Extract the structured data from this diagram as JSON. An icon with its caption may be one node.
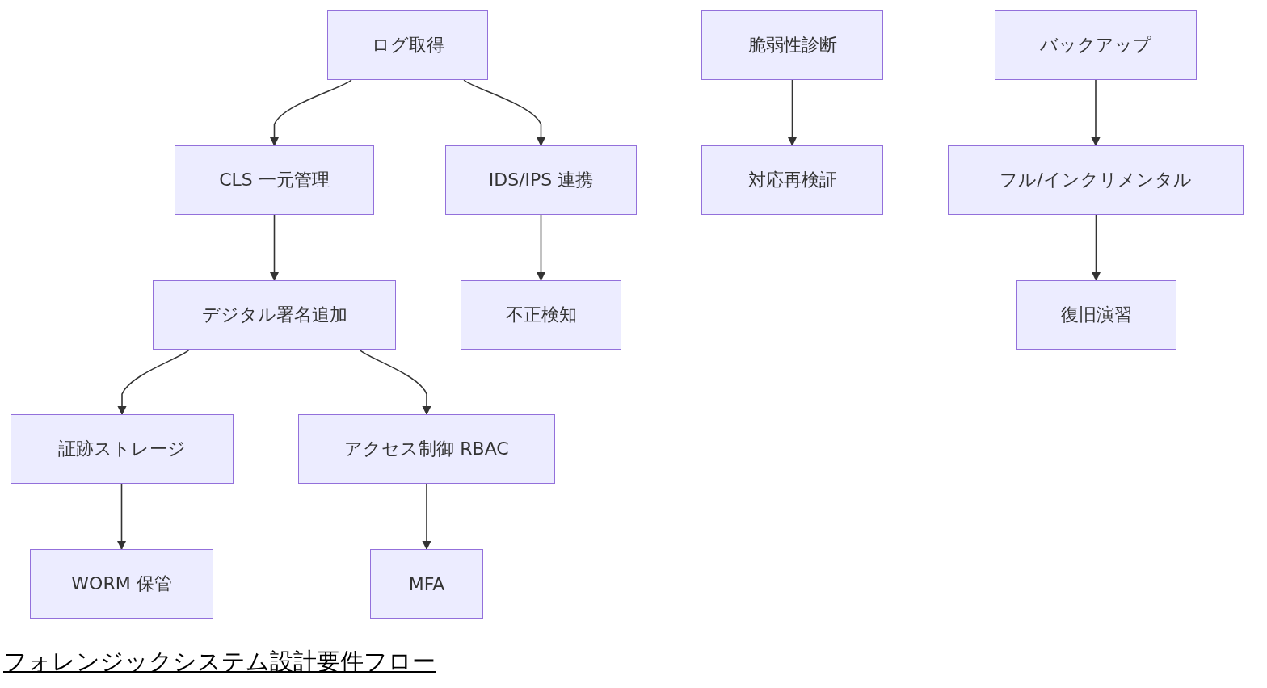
{
  "diagram": {
    "caption": "フォレンジックシステム設計要件フロー",
    "nodes": [
      {
        "text": [
          "ログ取得"
        ]
      },
      {
        "text": [
          "CLS 一元管理"
        ]
      },
      {
        "text": [
          "IDS/IPS 連携"
        ]
      },
      {
        "text": [
          "デジタル署名追加"
        ]
      },
      {
        "text": [
          "不正検知"
        ]
      },
      {
        "text": [
          "証跡ストレージ"
        ]
      },
      {
        "text": [
          "アクセス制御 RBAC"
        ]
      },
      {
        "text": [
          "WORM 保管"
        ]
      },
      {
        "text": [
          "MFA"
        ]
      },
      {
        "text": [
          "脆弱性診断"
        ]
      },
      {
        "text": [
          "対応再検証"
        ]
      },
      {
        "text": [
          "バックアップ"
        ]
      },
      {
        "text": [
          "フル/インクリメンタル"
        ]
      },
      {
        "text": [
          "復旧演習"
        ]
      }
    ],
    "edges": [
      {
        "from": 0,
        "to": 1,
        "arrow": "to"
      },
      {
        "from": 0,
        "to": 2,
        "arrow": "to"
      },
      {
        "from": 1,
        "to": 3,
        "arrow": "to"
      },
      {
        "from": 2,
        "to": 4,
        "arrow": "to"
      },
      {
        "from": 3,
        "to": 5,
        "arrow": "to"
      },
      {
        "from": 3,
        "to": 6,
        "arrow": "to"
      },
      {
        "from": 5,
        "to": 7,
        "arrow": "to"
      },
      {
        "from": 6,
        "to": 8,
        "arrow": "to"
      },
      {
        "from": 9,
        "to": 10,
        "arrow": "to"
      },
      {
        "from": 11,
        "to": 12,
        "arrow": "to"
      },
      {
        "from": 12,
        "to": 13,
        "arrow": "to"
      }
    ]
  }
}
